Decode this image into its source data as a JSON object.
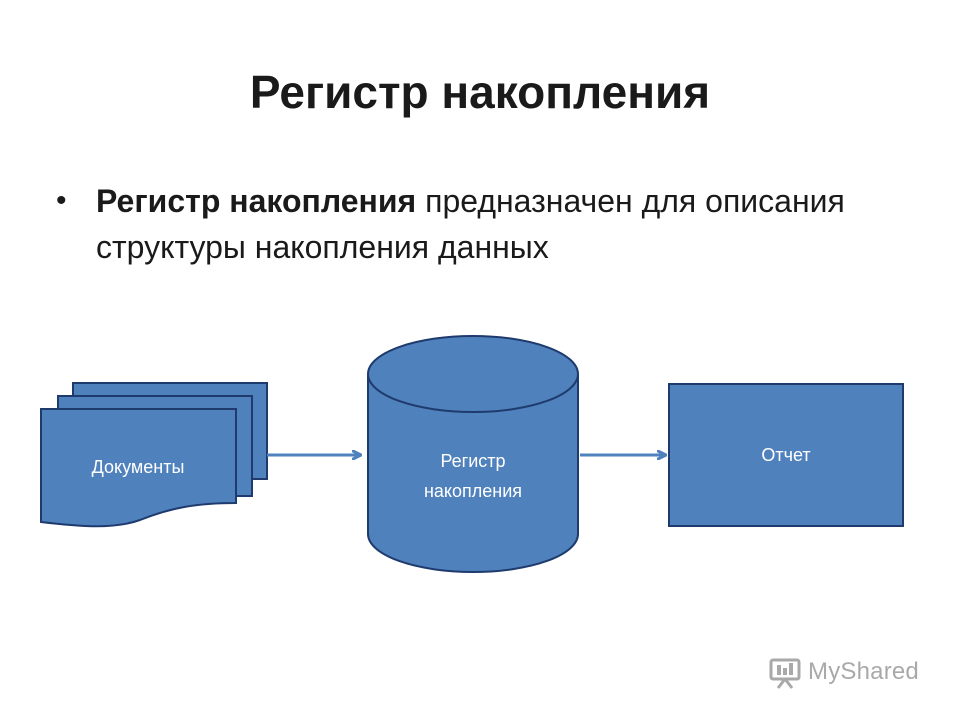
{
  "slide": {
    "title": "Регистр накопления",
    "bullet": {
      "bold": "Регистр накопления",
      "rest": " предназначен для описания структуры накопления данных"
    }
  },
  "diagram": {
    "documents_label": "Документы",
    "register_label_line1": "Регистр",
    "register_label_line2": "накопления",
    "report_label": "Отчет"
  },
  "colors": {
    "shape_fill": "#4F81BD",
    "shape_stroke": "#1F3B6E",
    "arrow": "#4F81BD",
    "label": "#FFFFFF"
  },
  "watermark": {
    "text": "MyShared"
  }
}
